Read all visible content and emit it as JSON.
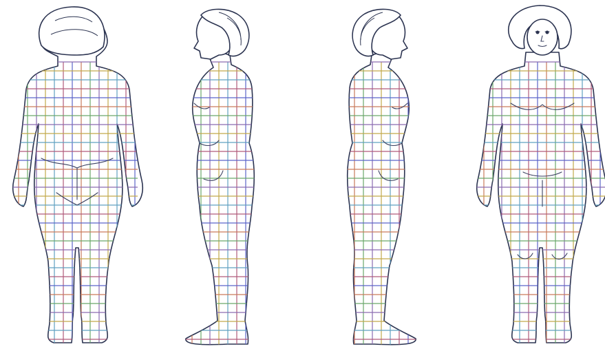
{
  "figure": {
    "views": [
      {
        "id": "back",
        "label": ""
      },
      {
        "id": "left-side",
        "label": ""
      },
      {
        "id": "right-side",
        "label": ""
      },
      {
        "id": "front",
        "label": ""
      }
    ],
    "grid_colors": [
      "#5a63c9",
      "#c97a5a",
      "#6aa86a",
      "#8a6ab0",
      "#c2a94a",
      "#5fa0c0",
      "#b05a7a"
    ],
    "outline_color": "#2b3350"
  }
}
